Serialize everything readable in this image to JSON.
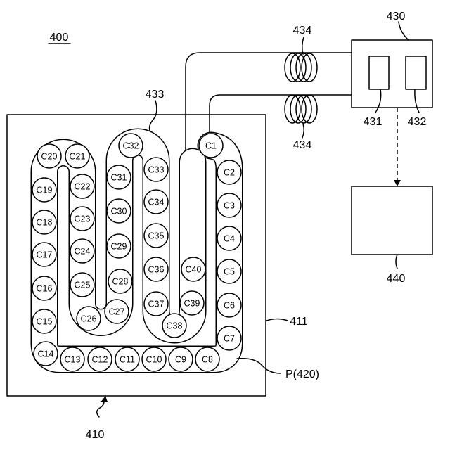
{
  "figure_number": "400",
  "labels": {
    "tube": "433",
    "coil_upper": "434",
    "coil_lower": "434",
    "unit": "430",
    "unit_left_element": "431",
    "unit_right_element": "432",
    "box": "440",
    "plate_edge": "411",
    "path": "P(420)",
    "plate": "410"
  },
  "cells": [
    "C1",
    "C2",
    "C3",
    "C4",
    "C5",
    "C6",
    "C7",
    "C8",
    "C9",
    "C10",
    "C11",
    "C12",
    "C13",
    "C14",
    "C15",
    "C16",
    "C17",
    "C18",
    "C19",
    "C20",
    "C21",
    "C22",
    "C23",
    "C24",
    "C25",
    "C26",
    "C27",
    "C28",
    "C29",
    "C30",
    "C31",
    "C32",
    "C33",
    "C34",
    "C35",
    "C36",
    "C37",
    "C38",
    "C39",
    "C40"
  ]
}
